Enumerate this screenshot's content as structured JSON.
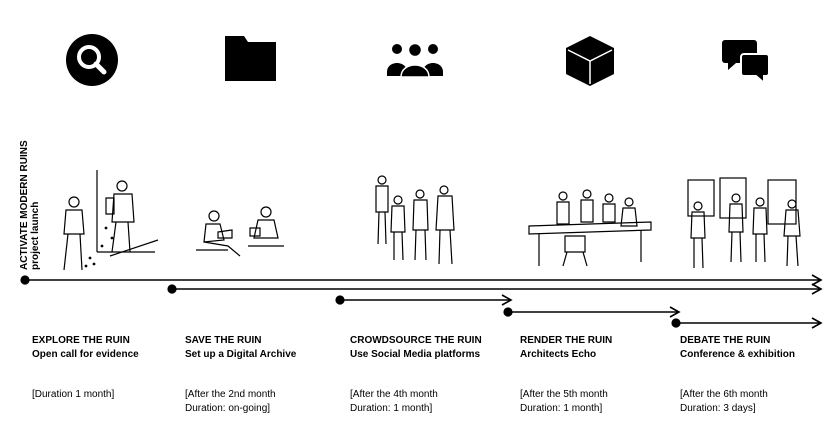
{
  "vertical_label": {
    "line1": "ACTIVATE MODERN RUINS",
    "line2": "project launch"
  },
  "stages": [
    {
      "id": "explore",
      "icon": "search-icon",
      "title": "EXPLORE THE RUIN",
      "subtitle": "Open call for evidence",
      "duration_line1": "[Duration 1 month]",
      "duration_line2": ""
    },
    {
      "id": "save",
      "icon": "folder-icon",
      "title": "SAVE THE RUIN",
      "subtitle": "Set up a Digital Archive",
      "duration_line1": "[After the 2nd month",
      "duration_line2": "Duration: on-going]"
    },
    {
      "id": "crowdsource",
      "icon": "people-icon",
      "title": "CROWDSOURCE THE RUIN",
      "subtitle": "Use Social Media platforms",
      "duration_line1": "[After the 4th month",
      "duration_line2": "Duration: 1 month]"
    },
    {
      "id": "render",
      "icon": "cube-icon",
      "title": "RENDER THE RUIN",
      "subtitle": "Architects Echo",
      "duration_line1": "[After the 5th month",
      "duration_line2": "Duration: 1 month]"
    },
    {
      "id": "debate",
      "icon": "chat-bubbles-icon",
      "title": "DEBATE THE RUIN",
      "subtitle": "Conference & exhibition",
      "duration_line1": "[After the 6th month",
      "duration_line2": "Duration: 3 days]"
    }
  ],
  "colors": {
    "ink": "#000000",
    "background": "#ffffff"
  }
}
